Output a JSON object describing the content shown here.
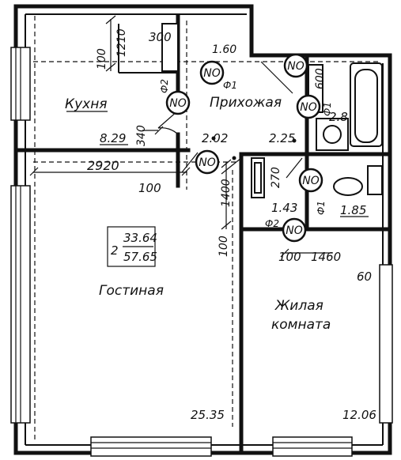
{
  "rooms": {
    "kitchen": "Кухня",
    "hallway": "Прихожая",
    "living": "Гостиная",
    "bedroom_line1": "Жилая",
    "bedroom_line2": "комната"
  },
  "areas": {
    "kitchen": "8.29",
    "hall_left": "2.02",
    "hall_right": "2.25",
    "bath": "2.8",
    "corridor": "1.43",
    "toilet": "1.85",
    "living": "25.35",
    "bedroom": "12.06"
  },
  "apartment": {
    "room_count": "2",
    "living_area": "33.64",
    "total_area": "57.65"
  },
  "dimensions": {
    "d1210": "1210",
    "d100_top": "100",
    "d300": "300",
    "d160": "1.60",
    "d600": "600",
    "d340": "340",
    "d2920": "2920",
    "d100_kitchen": "100",
    "d1400": "1400",
    "d270": "270",
    "d100_left": "100",
    "d100_bottom": "100",
    "d1460": "1460",
    "d60": "60"
  },
  "markers": {
    "no": "NO",
    "phi1": "Ф1",
    "phi2": "Ф2"
  }
}
